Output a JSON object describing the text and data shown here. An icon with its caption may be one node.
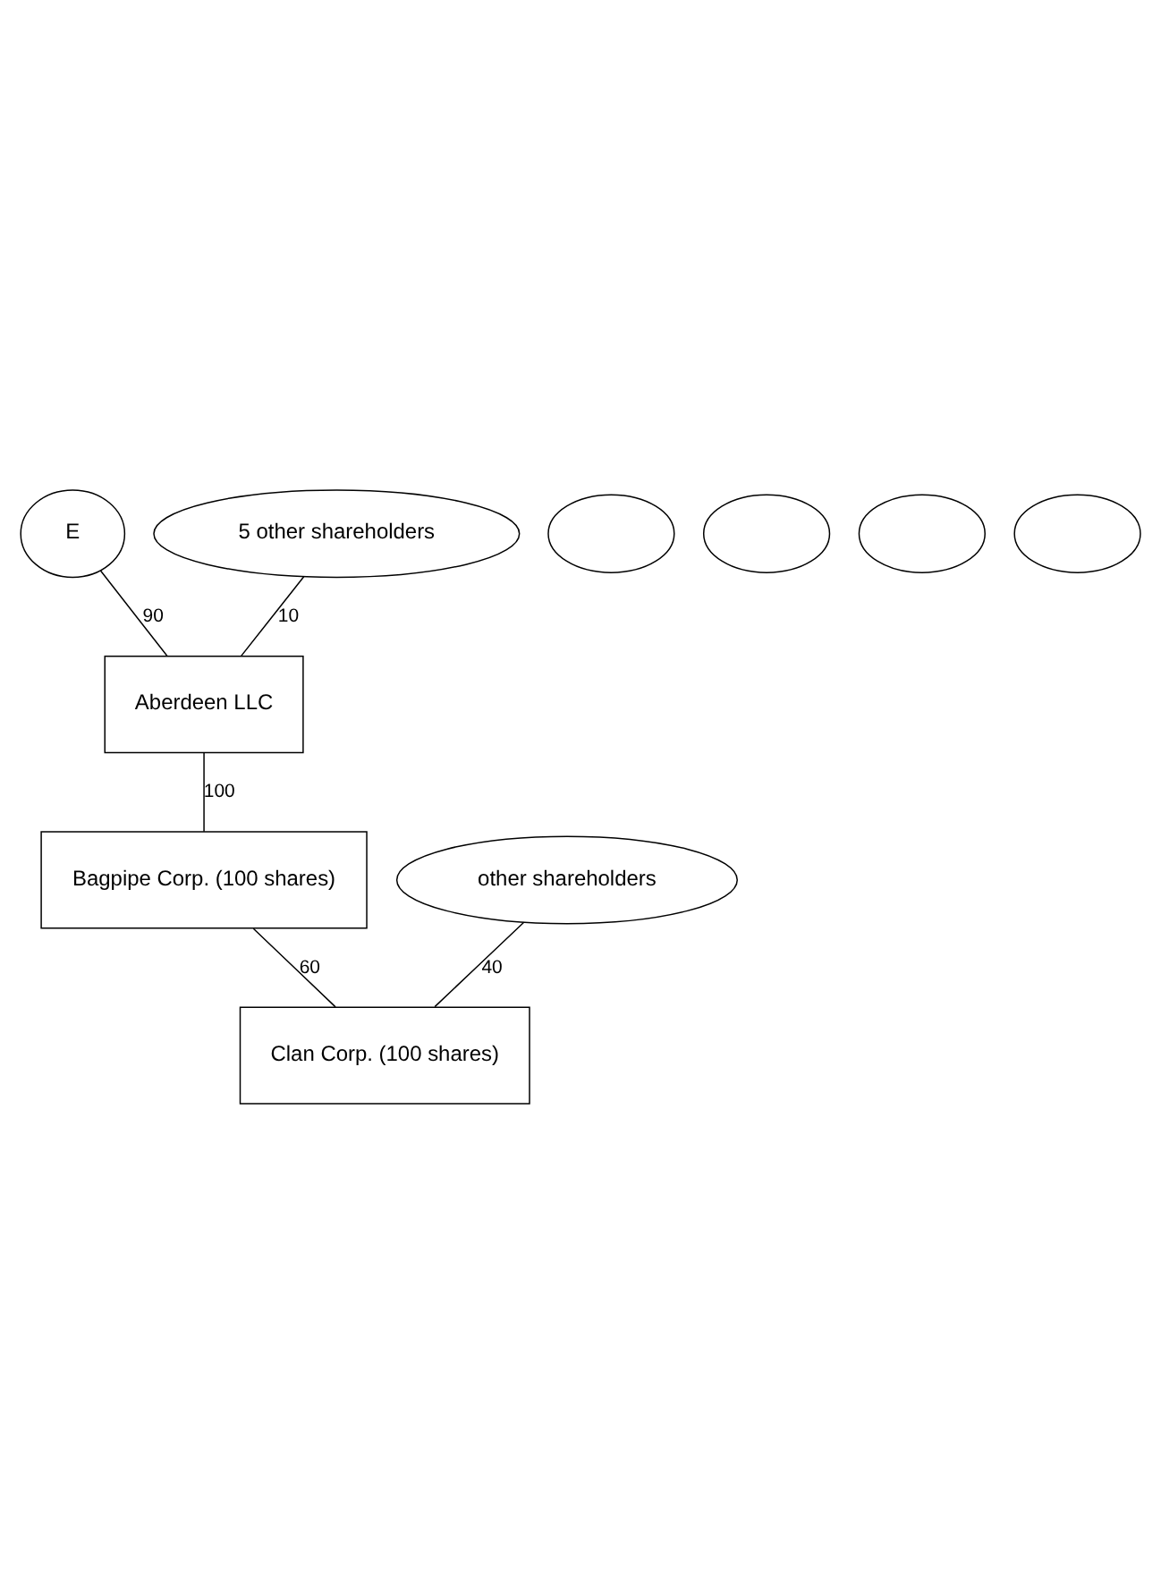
{
  "diagram": {
    "nodes": [
      {
        "text": [
          "E"
        ]
      },
      {
        "text": [
          "5 other shareholders"
        ]
      },
      {
        "text": [],
        "shape": "ellipse"
      },
      {
        "text": [],
        "shape": "ellipse"
      },
      {
        "text": [],
        "shape": "ellipse"
      },
      {
        "text": [],
        "shape": "ellipse"
      },
      {
        "text": [
          "Aberdeen LLC"
        ]
      },
      {
        "text": [
          "Bagpipe Corp. (100 shares)"
        ]
      },
      {
        "text": [
          "other shareholders"
        ]
      },
      {
        "text": [
          "Clan Corp. (100 shares)"
        ]
      }
    ],
    "edges": [
      {
        "from": 0,
        "to": 6,
        "arrow": "none",
        "label": "90"
      },
      {
        "from": 1,
        "to": 6,
        "arrow": "none",
        "label": "10"
      },
      {
        "from": 6,
        "to": 7,
        "arrow": "none",
        "label": "100"
      },
      {
        "from": 7,
        "to": 9,
        "arrow": "none",
        "label": "60"
      },
      {
        "from": 8,
        "to": 9,
        "arrow": "none",
        "label": "40"
      }
    ]
  }
}
